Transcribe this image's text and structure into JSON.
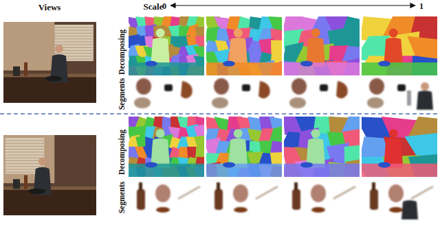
{
  "diagram": {
    "labels": [
      "Views",
      "Scale",
      "0",
      "1",
      "Decomposing",
      "Segments",
      "Decomposing",
      "Segments"
    ]
  }
}
